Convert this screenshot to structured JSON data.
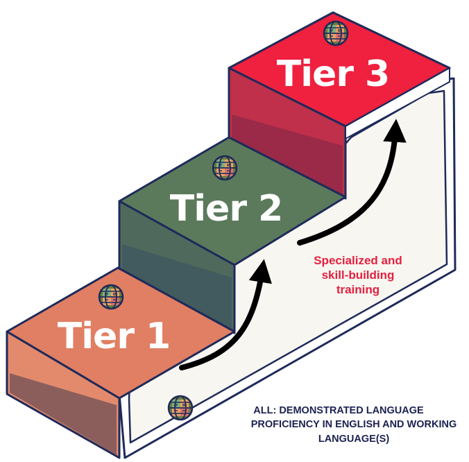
{
  "tiers": [
    {
      "label": "Tier 1",
      "color": "#e07f63",
      "front_color": "#e38a6d",
      "front_dark": "#8b5e5c"
    },
    {
      "label": "Tier 2",
      "color": "#5b7a5c",
      "front_color": "#4f6a5c",
      "front_dark": "#415b5e"
    },
    {
      "label": "Tier 3",
      "color": "#f0203f",
      "front_color": "#c0304a",
      "front_dark": "#9a2a47"
    }
  ],
  "side_note": {
    "lines": [
      "Specialized and",
      "skill-building",
      "training"
    ],
    "color": "#e5203f"
  },
  "base_note": {
    "lines": [
      "ALL: DEMONSTRATED LANGUAGE",
      "PROFICIENCY IN ENGLISH AND WORKING",
      "LANGUAGE(S)"
    ],
    "color": "#1a2150"
  },
  "colors": {
    "outline": "#1e2a5a",
    "panel": "#f7f6f1",
    "arrow": "#000000"
  },
  "icon": "globe-with-language-symbols-icon"
}
